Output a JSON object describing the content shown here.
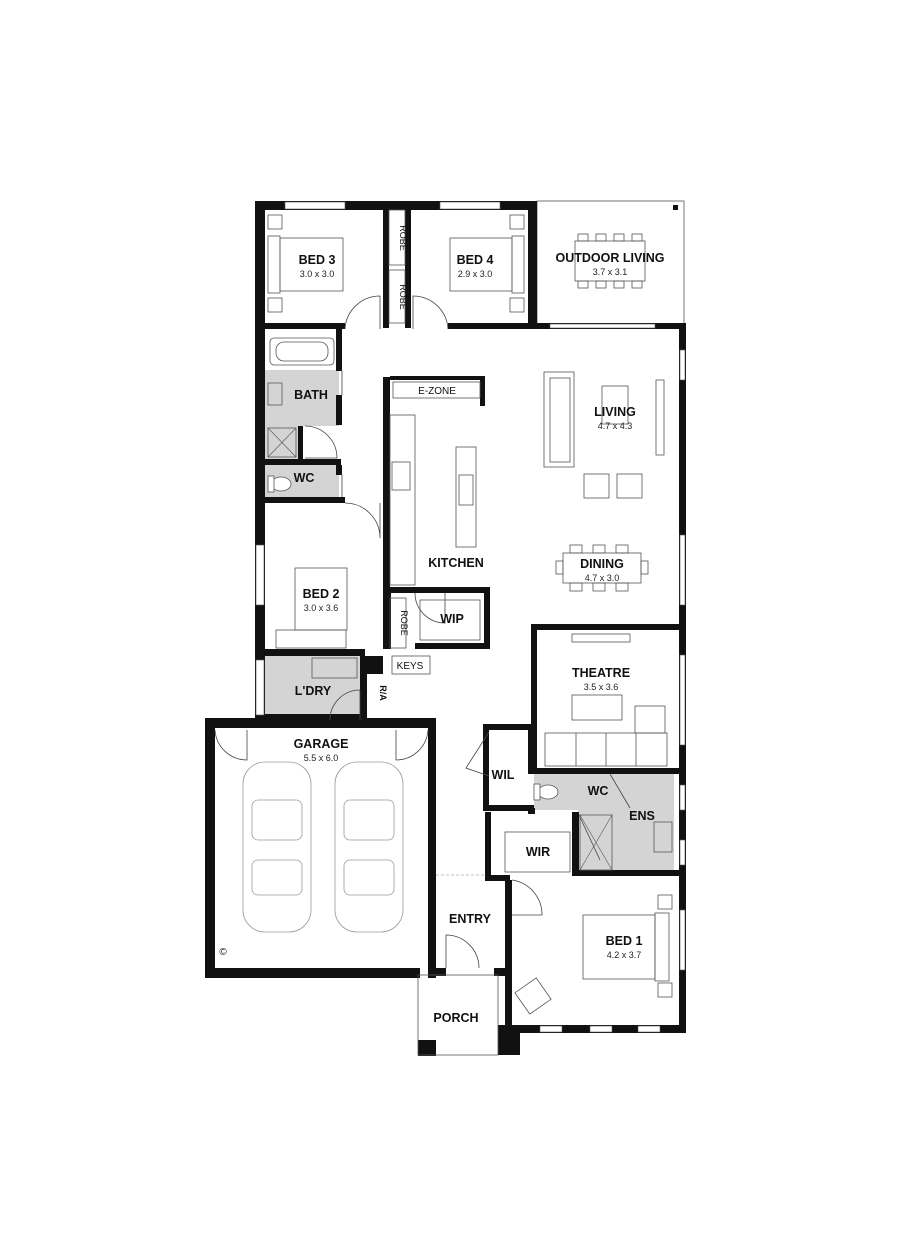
{
  "plan": {
    "rooms": {
      "bed3": {
        "name": "BED 3",
        "size": "3.0 x 3.0"
      },
      "bed4": {
        "name": "BED 4",
        "size": "2.9 x 3.0"
      },
      "outdoor": {
        "name": "OUTDOOR LIVING",
        "size": "3.7 x 3.1"
      },
      "bath": {
        "name": "BATH"
      },
      "wc1": {
        "name": "WC"
      },
      "living": {
        "name": "LIVING",
        "size": "4.7 x 4.3"
      },
      "kitchen": {
        "name": "KITCHEN"
      },
      "dining": {
        "name": "DINING",
        "size": "4.7 x 3.0"
      },
      "bed2": {
        "name": "BED 2",
        "size": "3.0 x 3.6"
      },
      "wip": {
        "name": "WIP"
      },
      "keys": {
        "name": "KEYS"
      },
      "laundry": {
        "name": "L'DRY"
      },
      "ra": {
        "name": "R/A"
      },
      "theatre": {
        "name": "THEATRE",
        "size": "3.5 x 3.6"
      },
      "garage": {
        "name": "GARAGE",
        "size": "5.5 x 6.0"
      },
      "wil": {
        "name": "WIL"
      },
      "wc2": {
        "name": "WC"
      },
      "ens": {
        "name": "ENS"
      },
      "wir": {
        "name": "WIR"
      },
      "entry": {
        "name": "ENTRY"
      },
      "bed1": {
        "name": "BED 1",
        "size": "4.2 x 3.7"
      },
      "porch": {
        "name": "PORCH"
      }
    },
    "robe_label": "ROBE",
    "ezone_label": "E-ZONE",
    "copyright": "©"
  }
}
